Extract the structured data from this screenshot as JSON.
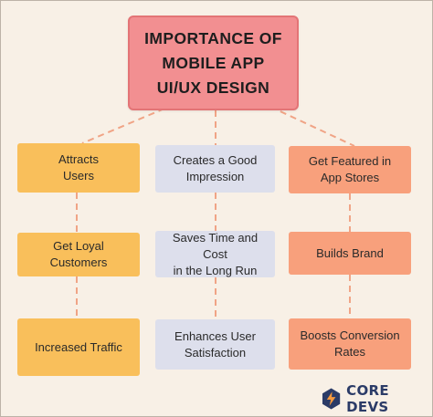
{
  "title": "IMPORTANCE OF\nMOBILE APP\nUI/UX DESIGN",
  "columns": [
    {
      "color": "#f9bf5b",
      "items": [
        "Attracts\nUsers",
        "Get Loyal\nCustomers",
        "Increased Traffic"
      ]
    },
    {
      "color": "#dddfec",
      "items": [
        "Creates a Good\nImpression",
        "Saves Time and Cost\nin the Long Run",
        "Enhances User\nSatisfaction"
      ]
    },
    {
      "color": "#f8a07c",
      "items": [
        "Get Featured in\nApp Stores",
        "Builds Brand",
        "Boosts Conversion\nRates"
      ]
    }
  ],
  "brand": {
    "name": "CORE DEVS",
    "logo_icon": "core-devs-logo-icon"
  },
  "colors": {
    "title_bg": "#f28f91",
    "connector": "#f0a486",
    "background": "#f8f0e6"
  }
}
